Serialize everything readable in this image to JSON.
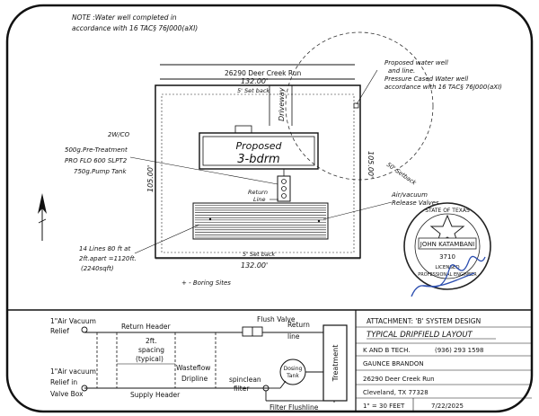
{
  "notes": {
    "line1": "NOTE :Water well completed in",
    "line2": "accordance with 16 TAC§ 76J000(aXI)"
  },
  "road": "26290 Deer Creek Run",
  "dims": {
    "top": "132.00'",
    "bottom": "132.00'",
    "left": "105.00'",
    "right": "105.00'",
    "setback_top": "5' Set back",
    "setback_bottom": "5' Set back",
    "setback_50": "50' Setback"
  },
  "driveway": "Driveway",
  "house": {
    "line1": "Proposed",
    "line2": "3-bdrm"
  },
  "well_note": {
    "line1": "Proposed water well",
    "line2": "and line.",
    "line3": "Pressure Cased Water well",
    "line4": "accordance with 16 TAC§ 76J000(aXI)"
  },
  "treatment": {
    "l1": "2W/CO",
    "l2": "500g.Pre-Treatment",
    "l3": "PRO FLO 600 SLPT2",
    "l4": "750g.Pump Tank"
  },
  "return_line": {
    "l1": "Return",
    "l2": "Line"
  },
  "air_vac": {
    "l1": "Air/vacuum",
    "l2": "Release Valves"
  },
  "field_note": {
    "l1": "14 Lines 80 ft at",
    "l2": "2ft.apart =1120ft.",
    "l3": "(2240sqft)"
  },
  "boring_sites": "+ - Boring Sites",
  "seal": {
    "state": "STATE OF TEXAS",
    "name": "JOHN KATAMBANI",
    "number": "3710",
    "licensed": "LICENSED",
    "professional": "PROFESSIONAL ENGINEER"
  },
  "schematic": {
    "air_top_1": "1\"Air Vacuum",
    "air_top_2": "Relief",
    "return_header": "Return Header",
    "flush_valve": "Flush Valve",
    "return_1": "Return",
    "return_2": "line",
    "spacing_1": "2ft.",
    "spacing_2": "spacing",
    "spacing_3": "(typical)",
    "wasteflow": "Wasteflow",
    "dripline": "Dripline",
    "air_bot_1": "1\"Air vacuum",
    "air_bot_2": "Relief in",
    "valve_box": "Valve Box",
    "supply_header": "Supply Header",
    "spinclean_1": "spinclean",
    "spinclean_2": "filter",
    "filter_flushline": "Filter Flushline",
    "dosing_1": "Dosing",
    "dosing_2": "Tank",
    "treatment": "Treatment"
  },
  "title_block": {
    "attachment": "ATTACHMENT: 'B' SYSTEM DESIGN",
    "layout": "TYPICAL DRIPFIELD LAYOUT",
    "company": "K AND B TECH.",
    "phone": "(936) 293 1598",
    "client": "GAUNCE BRANDON",
    "address": "26290 Deer Creek Run",
    "city": "Cleveland, TX 77328",
    "scale": "1\" = 30 FEET",
    "date": "7/22/2025"
  },
  "colors": {
    "ink": "#111111",
    "signature": "#2d4fb0",
    "seal": "#222222"
  }
}
